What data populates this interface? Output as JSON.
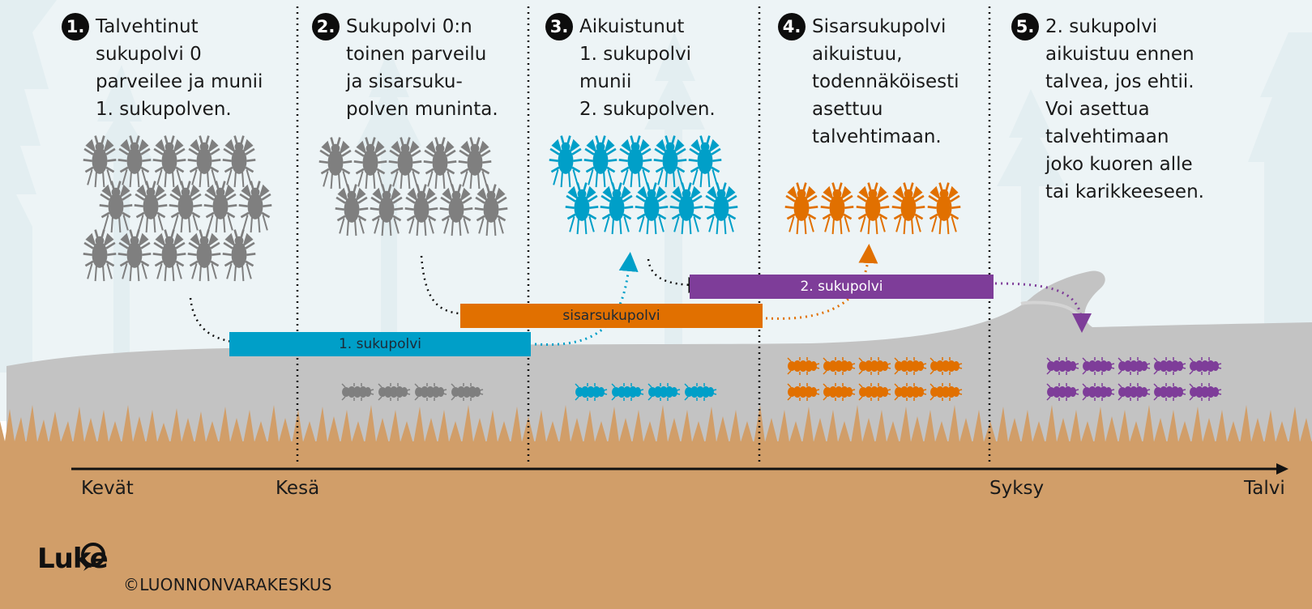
{
  "steps": [
    {
      "num": "1.",
      "text": "Talvehtinut\nsukupolvi 0\nparveilee ja munii\n1. sukupolven."
    },
    {
      "num": "2.",
      "text": "Sukupolvi 0:n\ntoinen parveilu\nja sisarsuku-\npolven muninta."
    },
    {
      "num": "3.",
      "text": "Aikuistunut\n1. sukupolvi\nmunii\n2. sukupolven."
    },
    {
      "num": "4.",
      "text": "Sisarsukupolvi\naikuistuu,\ntodennäköisesti\nasettuu\ntalvehtimaan."
    },
    {
      "num": "5.",
      "text": "2. sukupolvi\naikuistuu ennen\ntalvea, jos ehtii.\nVoi asettua\ntalvehtimaan\njoko kuoren alle\ntai karikkeeseen."
    }
  ],
  "bars": [
    {
      "label": "1. sukupolvi",
      "color": "#009fc8"
    },
    {
      "label": "sisarsukupolvi",
      "color": "#e17000"
    },
    {
      "label": "2. sukupolvi",
      "color": "#7e3d99"
    }
  ],
  "seasons": [
    "Kevät",
    "Kesä",
    "Syksy",
    "Talvi"
  ],
  "logo": {
    "text": "Luke"
  },
  "copyright": "©LUONNONVARAKESKUS",
  "colors": {
    "gray": "#7f7f7f",
    "blue": "#009fc8",
    "orange": "#e17000",
    "purple": "#7e3d99",
    "ground": "#d19e69",
    "bark": "#c3c3c3",
    "sky": "#e6f1f4"
  },
  "icons": {
    "adult": "flying-beetle-icon",
    "larva": "larva-icon"
  }
}
